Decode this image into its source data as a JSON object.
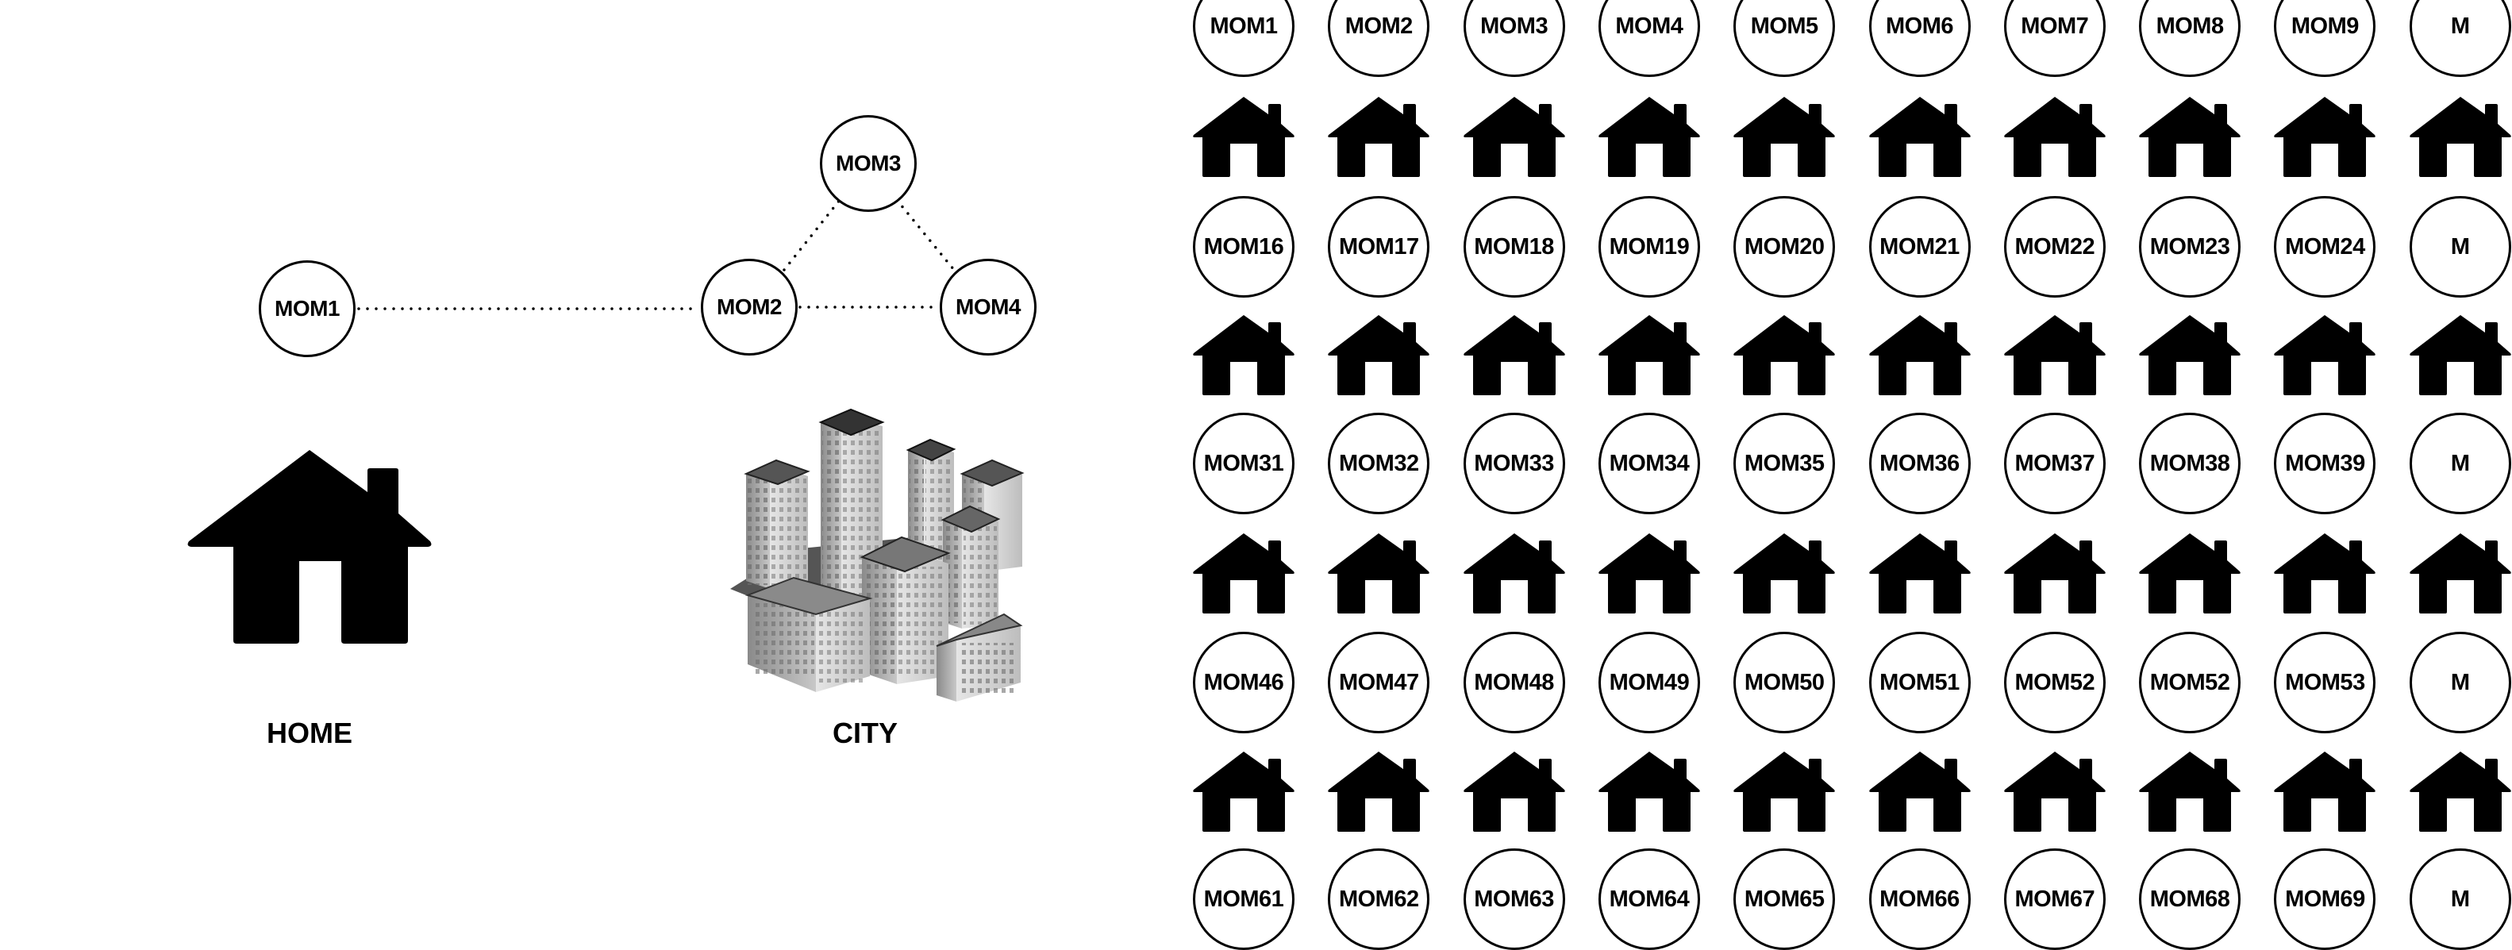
{
  "left": {
    "nodes": [
      {
        "id": "MOM1",
        "label": "MOM1"
      },
      {
        "id": "MOM2",
        "label": "MOM2"
      },
      {
        "id": "MOM3",
        "label": "MOM3"
      },
      {
        "id": "MOM4",
        "label": "MOM4"
      }
    ],
    "links": [
      {
        "from": "MOM1",
        "to": "MOM2",
        "style": "dotted"
      },
      {
        "from": "MOM2",
        "to": "MOM4",
        "style": "dotted"
      },
      {
        "from": "MOM2",
        "to": "MOM3",
        "style": "dotted"
      },
      {
        "from": "MOM3",
        "to": "MOM4",
        "style": "dotted"
      }
    ],
    "home": {
      "label": "HOME",
      "icon": "house-icon"
    },
    "city": {
      "label": "CITY",
      "icon": "city-buildings-icon"
    }
  },
  "grid": {
    "rows": [
      [
        "MOM1",
        "MOM2",
        "MOM3",
        "MOM4",
        "MOM5",
        "MOM6",
        "MOM7",
        "MOM8",
        "MOM9",
        "M"
      ],
      [
        "MOM16",
        "MOM17",
        "MOM18",
        "MOM19",
        "MOM20",
        "MOM21",
        "MOM22",
        "MOM23",
        "MOM24",
        "M"
      ],
      [
        "MOM31",
        "MOM32",
        "MOM33",
        "MOM34",
        "MOM35",
        "MOM36",
        "MOM37",
        "MOM38",
        "MOM39",
        "M"
      ],
      [
        "MOM46",
        "MOM47",
        "MOM48",
        "MOM49",
        "MOM50",
        "MOM51",
        "MOM52",
        "MOM52",
        "MOM53",
        "M"
      ],
      [
        "MOM61",
        "MOM62",
        "MOM63",
        "MOM64",
        "MOM65",
        "MOM66",
        "MOM67",
        "MOM68",
        "MOM69",
        "M"
      ]
    ],
    "house_icon": "house-icon"
  },
  "colors": {
    "ink": "#000000",
    "background": "#ffffff"
  }
}
